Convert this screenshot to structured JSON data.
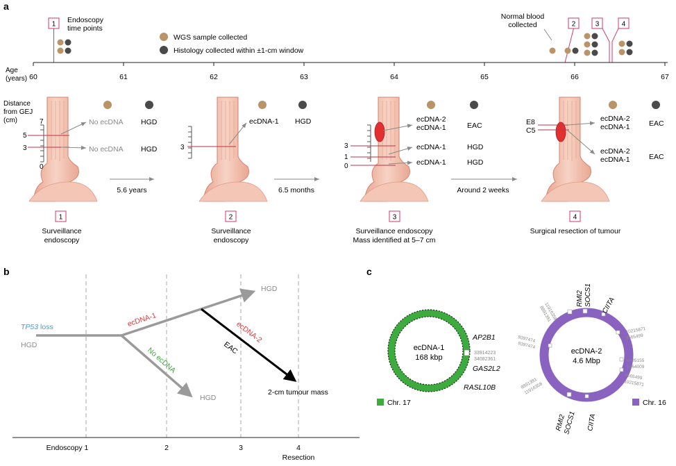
{
  "panel_a": {
    "letter": "a",
    "legend": {
      "marker": "1",
      "marker_label_line1": "Endoscopy",
      "marker_label_line2": "time points",
      "wgs": "WGS sample collected",
      "histology": "Histology collected within ±1-cm window",
      "wgs_color": "#b99468",
      "histology_color": "#4a4a4a"
    },
    "normal_blood_line1": "Normal blood",
    "normal_blood_line2": "collected",
    "axis": {
      "label_line1": "Age",
      "label_line2": "(years)",
      "ticks": [
        "60",
        "61",
        "62",
        "63",
        "64",
        "65",
        "66",
        "67"
      ]
    },
    "timepoint_markers": [
      "1",
      "2",
      "3",
      "4"
    ],
    "distance_label": [
      "Distance",
      "from GEJ",
      "(cm)"
    ],
    "p1": {
      "scale_top": "7",
      "scale_5": "5",
      "scale_3": "3",
      "scale_0": "0",
      "row1_ecdna": "No ecDNA",
      "row1_hist": "HGD",
      "row2_ecdna": "No ecDNA",
      "row2_hist": "HGD",
      "title_line1": "Surveillance",
      "title_line2": "endoscopy"
    },
    "p2": {
      "scale_3": "3",
      "row1_ecdna": "ecDNA-1",
      "row1_hist": "HGD",
      "title_line1": "Surveillance",
      "title_line2": "endoscopy"
    },
    "p3": {
      "scale_3": "3",
      "scale_1": "1",
      "scale_0": "0",
      "row1_ecdna_a": "ecDNA-2",
      "row1_ecdna_b": "ecDNA-1",
      "row1_hist": "EAC",
      "row2_ecdna": "ecDNA-1",
      "row2_hist": "HGD",
      "row3_ecdna": "ecDNA-1",
      "row3_hist": "HGD",
      "title_line1": "Surveillance endoscopy",
      "title_line2": "Mass identified at 5–7 cm"
    },
    "p4": {
      "label_e8": "E8",
      "label_c5": "C5",
      "row1_ecdna_a": "ecDNA-2",
      "row1_ecdna_b": "ecDNA-1",
      "row1_hist": "EAC",
      "row2_ecdna_a": "ecDNA-2",
      "row2_ecdna_b": "ecDNA-1",
      "row2_hist": "EAC",
      "title_line1": "Surgical resection of tumour"
    },
    "intervals": [
      "5.6 years",
      "6.5 months",
      "Around 2 weeks"
    ]
  },
  "panel_b": {
    "letter": "b",
    "tp53": "TP53",
    "tp53_loss": " loss",
    "hgd_root": "HGD",
    "ecdna1": "ecDNA-1",
    "no_ecdna": "No ecDNA",
    "ecdna2": "ecDNA-2",
    "eac": "EAC",
    "hgd_top": "HGD",
    "hgd_bottom": "HGD",
    "tumour_mass": "2-cm tumour mass",
    "axis_labels": [
      "Endoscopy 1",
      "2",
      "3",
      "4"
    ],
    "resection": "Resection",
    "colors": {
      "tp53": "#3aa0d8",
      "ecdna1": "#d83a3a",
      "no_ecdna": "#3aaa3a",
      "ecdna2": "#d83a3a"
    }
  },
  "panel_c": {
    "letter": "c",
    "ecdna1": {
      "name": "ecDNA-1",
      "size": "168 kbp",
      "genes": [
        "AP2B1",
        "GAS2L2",
        "RASL10B"
      ],
      "coord1": "33914223",
      "coord2": "34082361",
      "legend": "Chr. 17",
      "color": "#3dab3d"
    },
    "ecdna2": {
      "name": "ecDNA-2",
      "size": "4.6 Mbp",
      "genes_top": [
        "RMI2",
        "SOCS1",
        "CIITA"
      ],
      "genes_bottom": [
        "RMI2",
        "SOCS1",
        "CIITA"
      ],
      "coords_left_top": [
        "11916358",
        "8891391"
      ],
      "coords_left_mid": [
        "9397474",
        "9397474"
      ],
      "coords_left_bot": [
        "8891391",
        "11916358"
      ],
      "coords_right_top": [
        "10215871",
        "9565499"
      ],
      "coords_right_mid": [
        "9485155",
        "9464009"
      ],
      "coords_right_bot": [
        "9565499",
        "10215871"
      ],
      "legend": "Chr. 16",
      "color": "#8a62c0"
    }
  }
}
